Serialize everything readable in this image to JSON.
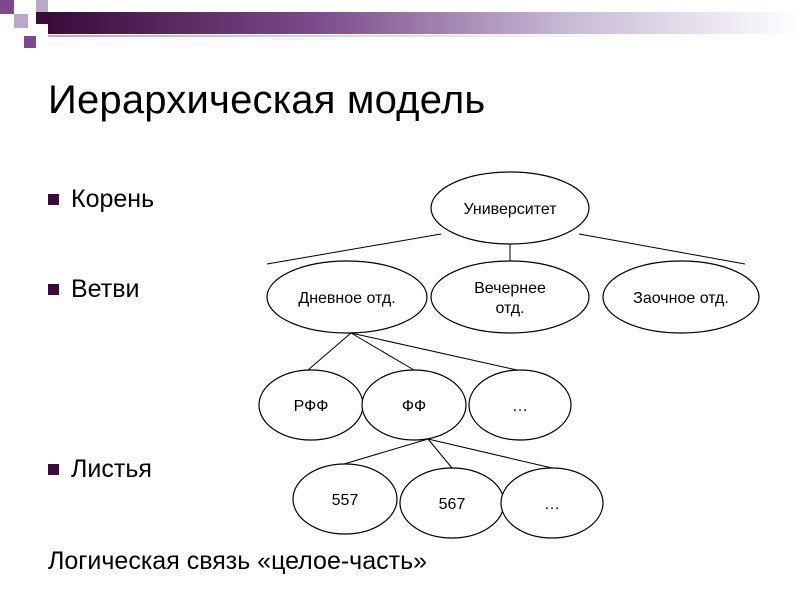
{
  "slide": {
    "title": "Иерархическая модель",
    "bullets": [
      "Корень",
      "Ветви",
      "Листья"
    ],
    "footer": "Логическая связь «целое-часть»"
  },
  "tree": {
    "nodes": [
      {
        "id": "root",
        "lines": [
          "Университет"
        ]
      },
      {
        "id": "day",
        "lines": [
          "Дневное отд."
        ]
      },
      {
        "id": "evening",
        "lines": [
          "Вечернее",
          "отд."
        ]
      },
      {
        "id": "extramural",
        "lines": [
          "Заочное отд."
        ]
      },
      {
        "id": "rff",
        "lines": [
          "РФФ"
        ]
      },
      {
        "id": "ff",
        "lines": [
          "ФФ"
        ]
      },
      {
        "id": "more1",
        "lines": [
          "…"
        ]
      },
      {
        "id": "g557",
        "lines": [
          "557"
        ]
      },
      {
        "id": "g567",
        "lines": [
          "567"
        ]
      },
      {
        "id": "more2",
        "lines": [
          "…"
        ]
      }
    ],
    "edges": [
      [
        "root",
        "day"
      ],
      [
        "root",
        "evening"
      ],
      [
        "root",
        "extramural"
      ],
      [
        "day",
        "rff"
      ],
      [
        "day",
        "ff"
      ],
      [
        "day",
        "more1"
      ],
      [
        "ff",
        "g557"
      ],
      [
        "ff",
        "g567"
      ],
      [
        "ff",
        "more2"
      ]
    ]
  },
  "colors": {
    "accent_dark": "#3a0a3a",
    "accent_mid": "#7a4a8a",
    "accent_light": "#b9a8c8"
  }
}
